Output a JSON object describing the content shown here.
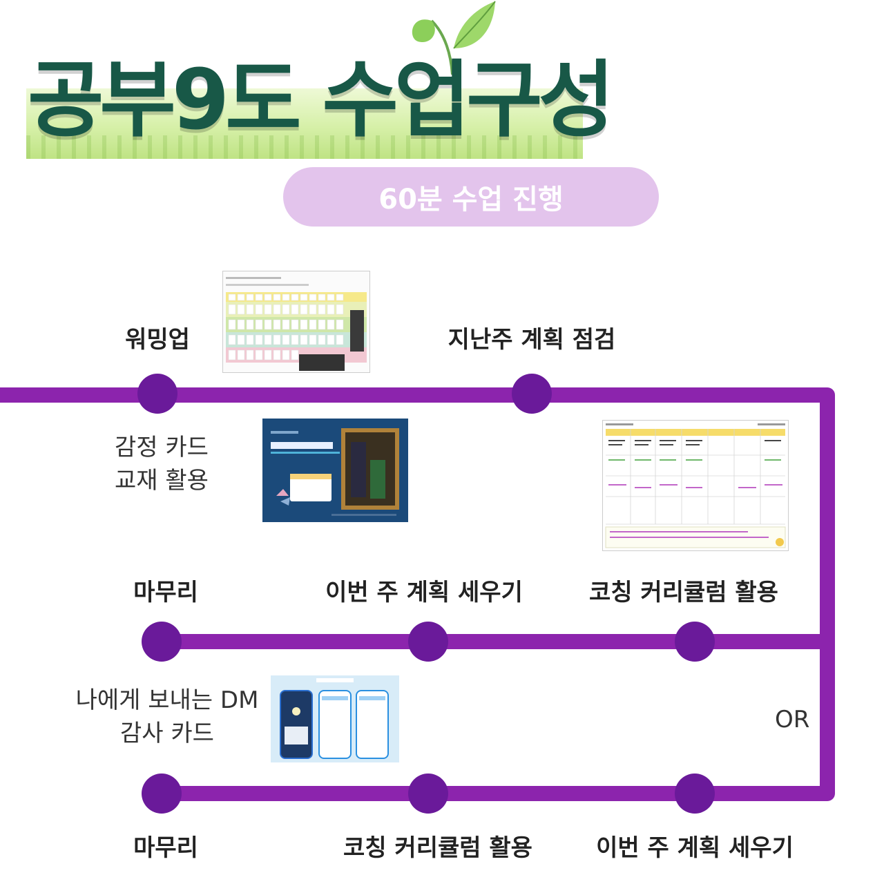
{
  "title": "공부9도 수업구성",
  "session_pill": "60분 수업 진행",
  "colors": {
    "route": "#8c24ad",
    "node": "#6a1a9a",
    "pill": "#e3c4ec",
    "title": "#185847"
  },
  "row1": {
    "warmup": "워밍업",
    "last_week_check": "지난주 계획 점검",
    "warmup_caption": [
      "감정 카드",
      "교재 활용"
    ]
  },
  "row2": {
    "finish": "마무리",
    "plan_this_week": "이번 주 계획 세우기",
    "coaching": "코칭 커리큘럼 활용"
  },
  "row3": {
    "dm_caption": [
      "나에게 보내는 DM",
      "감사 카드"
    ],
    "or": "OR",
    "finish": "마무리",
    "coaching": "코칭 커리큘럼 활용",
    "plan_this_week": "이번 주 계획 세우기"
  }
}
